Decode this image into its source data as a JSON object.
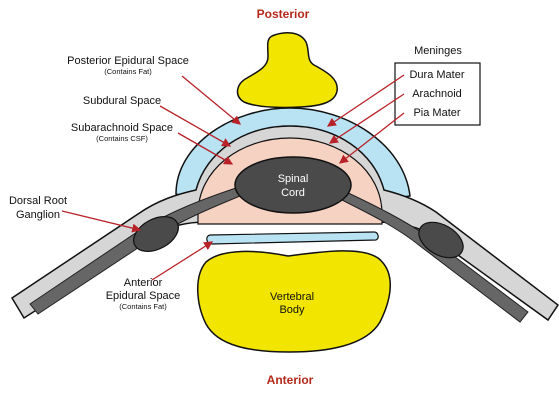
{
  "labels": {
    "posterior": "Posterior",
    "anterior": "Anterior",
    "posterior_epidural": "Posterior Epidural Space",
    "posterior_epidural_note": "(Contains Fat)",
    "subdural": "Subdural Space",
    "subarachnoid": "Subarachnoid Space",
    "subarachnoid_note": "(Contains CSF)",
    "drg_line1": "Dorsal Root",
    "drg_line2": "Ganglion",
    "anterior_epidural_line1": "Anterior",
    "anterior_epidural_line2": "Epidural Space",
    "anterior_epidural_note": "(Contains Fat)",
    "spinal_cord_line1": "Spinal",
    "spinal_cord_line2": "Cord",
    "vertebral_body_line1": "Vertebral",
    "vertebral_body_line2": "Body"
  },
  "meninges": {
    "title": "Meninges",
    "items": [
      "Dura Mater",
      "Arachnoid",
      "Pia Mater"
    ]
  },
  "colors": {
    "fat": "#f2e600",
    "dura": "#b9e3f3",
    "arachnoid_band": "#d6d6d6",
    "csf": "#f6d2c2",
    "cord": "#4a4a4a",
    "nerve": "#666666",
    "arrow": "#b8232a",
    "direction_label": "#b5281c"
  }
}
